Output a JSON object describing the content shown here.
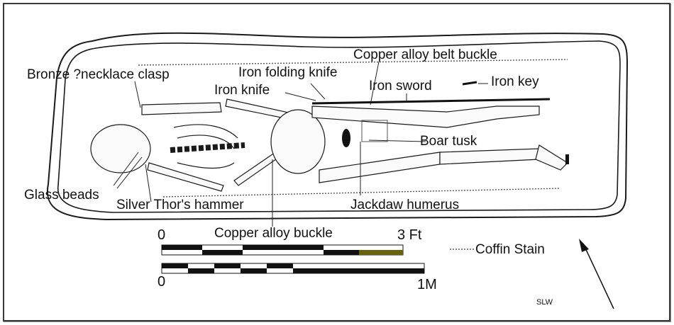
{
  "figure": {
    "title": "Viking grave plan",
    "author_initials": "SLW",
    "labels": {
      "bronze_clasp": "Bronze ?necklace clasp",
      "iron_folding_knife": "Iron folding knife",
      "copper_belt_buckle": "Copper alloy belt buckle",
      "iron_knife": "Iron knife",
      "iron_sword": "Iron sword",
      "iron_key": "Iron key",
      "boar_tusk": "Boar tusk",
      "glass_beads": "Glass beads",
      "thors_hammer": "Silver Thor's hammer",
      "jackdaw_humerus": "Jackdaw humerus",
      "copper_buckle": "Copper alloy buckle"
    },
    "legend": {
      "coffin_stain": "Coffin Stain"
    },
    "scale_bars": {
      "imperial": {
        "start": "0",
        "end": "3 Ft"
      },
      "metric": {
        "start": "0",
        "end": "1M"
      }
    },
    "colors": {
      "line": "#1a1a1a",
      "scale_highlight": "#6b6210"
    }
  }
}
